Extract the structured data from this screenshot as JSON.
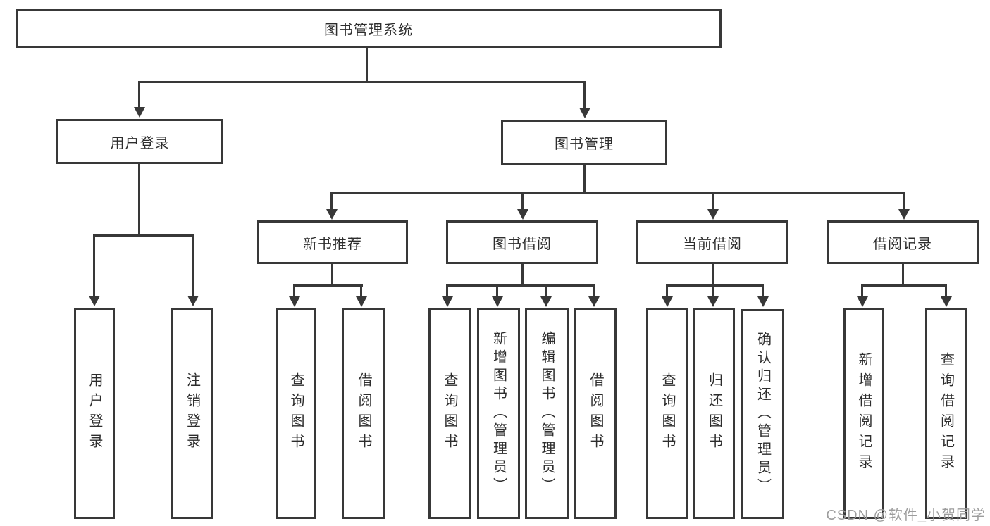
{
  "diagram": {
    "type": "tree",
    "colors": {
      "line": "#383838",
      "box_border": "#383838",
      "box_fill": "#ffffff",
      "text": "#2d2d2d",
      "watermark": "#9d9d9d",
      "background": "#ffffff"
    },
    "tree": {
      "label": "图书管理系统",
      "children": [
        {
          "label": "用户登录",
          "children": [
            {
              "label": "用户登录"
            },
            {
              "label": "注销登录"
            }
          ]
        },
        {
          "label": "图书管理",
          "children": [
            {
              "label": "新书推荐",
              "children": [
                {
                  "label": "查询图书"
                },
                {
                  "label": "借阅图书"
                }
              ]
            },
            {
              "label": "图书借阅",
              "children": [
                {
                  "label": "查询图书"
                },
                {
                  "label": "新增图书（管理员）"
                },
                {
                  "label": "编辑图书（管理员）"
                },
                {
                  "label": "借阅图书"
                }
              ]
            },
            {
              "label": "当前借阅",
              "children": [
                {
                  "label": "查询图书"
                },
                {
                  "label": "归还图书"
                },
                {
                  "label": "确认归还（管理员）"
                }
              ]
            },
            {
              "label": "借阅记录",
              "children": [
                {
                  "label": "新增借阅记录"
                },
                {
                  "label": "查询借阅记录"
                }
              ]
            }
          ]
        }
      ]
    },
    "watermark": {
      "text": "CSDN @软件_小贺同学"
    }
  }
}
